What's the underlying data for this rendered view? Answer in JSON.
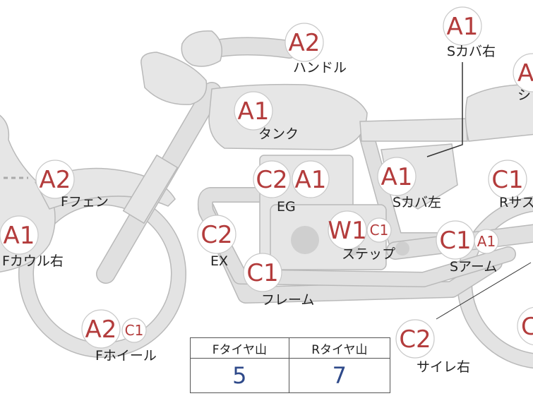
{
  "parts": {
    "handle": {
      "grade": "A2",
      "label": "ハンドル"
    },
    "side_cover_right": {
      "grade": "A1",
      "label": "Sカバ右"
    },
    "seat": {
      "grade": "A",
      "label": "シ"
    },
    "tank": {
      "grade": "A1",
      "label": "タンク"
    },
    "front_fender": {
      "grade": "A2",
      "label": "Fフェン"
    },
    "engine": {
      "grade_1": "C2",
      "grade_2": "A1",
      "label": "EG"
    },
    "side_cover_left": {
      "grade": "A1",
      "label": "Sカバ左"
    },
    "rear_suspension": {
      "grade": "C1",
      "label": "Rサス"
    },
    "front_cowl_right": {
      "grade": "A1",
      "label": "Fカウル右"
    },
    "exhaust": {
      "grade": "C2",
      "label": "EX"
    },
    "step": {
      "grade_1": "W1",
      "grade_2": "C1",
      "label": "ステップ"
    },
    "swing_arm": {
      "grade_1": "C1",
      "grade_2": "A1",
      "label": "Sアーム"
    },
    "frame": {
      "grade": "C1",
      "label": "フレーム"
    },
    "front_wheel": {
      "grade_1": "A2",
      "grade_2": "C1",
      "label": "Fホイール"
    },
    "silencer_right": {
      "grade": "C2",
      "label": "サイレ右"
    },
    "rear_edge": {
      "grade": "C"
    }
  },
  "tread": {
    "front_label": "Fタイヤ山",
    "rear_label": "Rタイヤ山",
    "front_value": "5",
    "rear_value": "7"
  },
  "colors": {
    "grade_red": "#b33c3c",
    "tread_value_blue": "#2f4a8a",
    "body_gray": "#e6e6e6"
  }
}
